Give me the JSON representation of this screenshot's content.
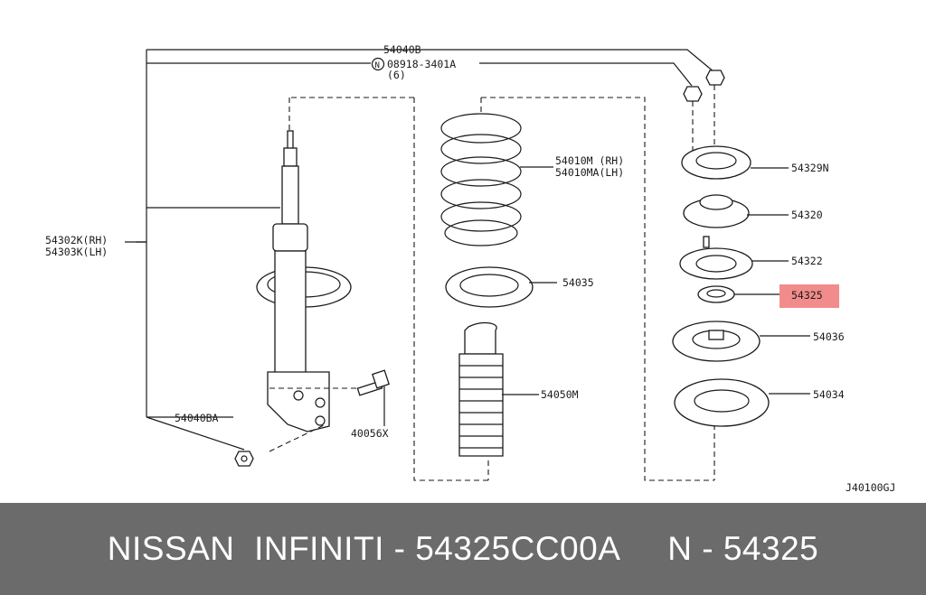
{
  "labels": {
    "l54040B": "54040B",
    "l08918_circle": "N",
    "l08918": "08918-3401A",
    "l08918_qty": "(6)",
    "l54302K": "54302K(RH)",
    "l54303K": "54303K(LH)",
    "l54040BA": "54040BA",
    "l40056X": "40056X",
    "l54010M": "54010M (RH)",
    "l54010MA": "54010MA(LH)",
    "l54035": "54035",
    "l54050M": "54050M",
    "l54329N": "54329N",
    "l54320": "54320",
    "l54322": "54322",
    "l54325": "54325",
    "l54036": "54036",
    "l54034": "54034",
    "diagram_id": "J40100GJ"
  },
  "highlight_color": "#f28b8b",
  "footer": {
    "text": "NISSAN  INFINITI - 54325CC00A     N - 54325"
  }
}
